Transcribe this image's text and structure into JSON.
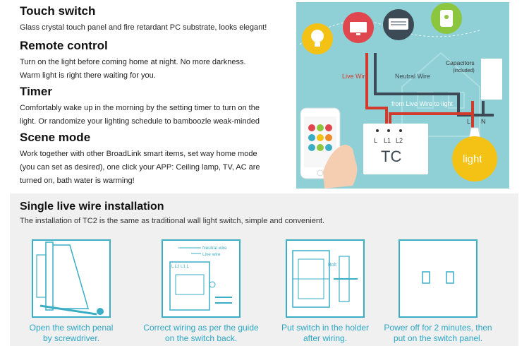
{
  "features": [
    {
      "title": "Touch switch",
      "lines": [
        "Glass crystal touch panel and fire retardant PC substrate, looks elegant!"
      ]
    },
    {
      "title": "Remote control",
      "lines": [
        "Turn on the light before coming home at night. No more darkness.",
        "Warm light is right there waiting for you."
      ]
    },
    {
      "title": "Timer",
      "lines": [
        "Comfortably wake up in the morning by the setting timer to turn on the",
        "light. Or randomize your lighting schedule to bamboozle weak-minded"
      ]
    },
    {
      "title": "Scene mode",
      "lines": [
        "Work together with other BroadLink smart items, set way home mode",
        "(you can set as desired), one click your APP: Ceiling lamp, TV,  AC are",
        "turned on, bath water is  warming!"
      ]
    }
  ],
  "hero": {
    "live_wire": "Live Wire",
    "neutral_wire": "Neutral Wire",
    "capacitors": "Capacitors",
    "included": "(included)",
    "from_live_wire": "from Live Wire to light",
    "terminals": [
      "L",
      "L1",
      "L2"
    ],
    "device_label": "TC",
    "light_label": "light",
    "lamp_terminals": [
      "L",
      "N"
    ],
    "colors": {
      "teal_bg": "#8fd0d6",
      "red_wire": "#d23a2c",
      "dark_wire": "#3b4a55",
      "bulb_yellow": "#f3c214",
      "tv_red": "#e0464e",
      "plug_green": "#8cc63f"
    }
  },
  "install": {
    "title": "Single live wire installation",
    "description": "The installation of TC2 is the same as traditional wall light switch, simple and convenient.",
    "steps": [
      {
        "caption": [
          "Open the switch penal",
          "by screwdriver."
        ],
        "icon": "screwdriver-icon"
      },
      {
        "caption": [
          "Correct wiring as per the guide",
          "on the switch back."
        ],
        "icon": "wiring-icon",
        "labels": {
          "neutral": "Neutral wire",
          "live": "Live wire",
          "terminals": "L L2 L1 L"
        }
      },
      {
        "caption": [
          "Put switch in the holder",
          "after wiring."
        ],
        "icon": "holder-icon",
        "labels": {
          "bolt": "Bolt"
        }
      },
      {
        "caption": [
          "Power off for 2 minutes, then",
          "put on the switch panel."
        ],
        "icon": "panel-icon"
      }
    ],
    "accent": "#2ba6c4"
  }
}
